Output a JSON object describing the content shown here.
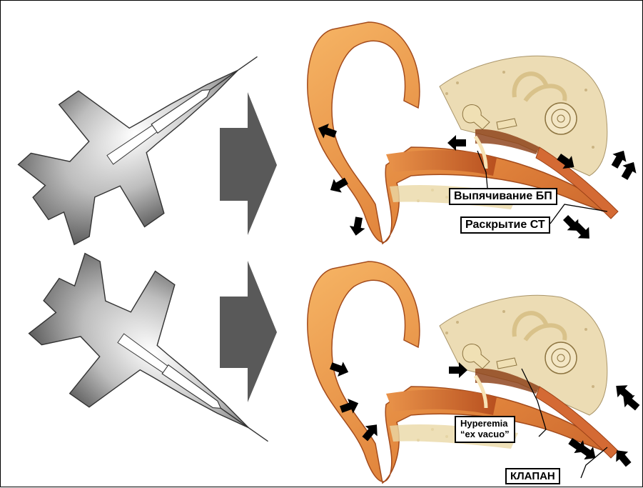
{
  "labels": {
    "eardrum_bulge": "Выпячивание БП",
    "tube_opening": "Раскрытие СТ",
    "hyperemia_line1": "Hyperemia",
    "hyperemia_line2": "“ex vacuo”",
    "valve": "КЛАПАН"
  },
  "colors": {
    "aircraft_grey": "#8c8c8c",
    "arrow_grey": "#595959",
    "skin": "#e8964a",
    "canal": "#c9622b",
    "bone": "#efe3bf",
    "black_arrow": "#000000"
  },
  "icons": {
    "aircraft": "fighter-jet-icon",
    "transition": "right-arrow-icon",
    "pressure": "pressure-arrow-icon"
  }
}
